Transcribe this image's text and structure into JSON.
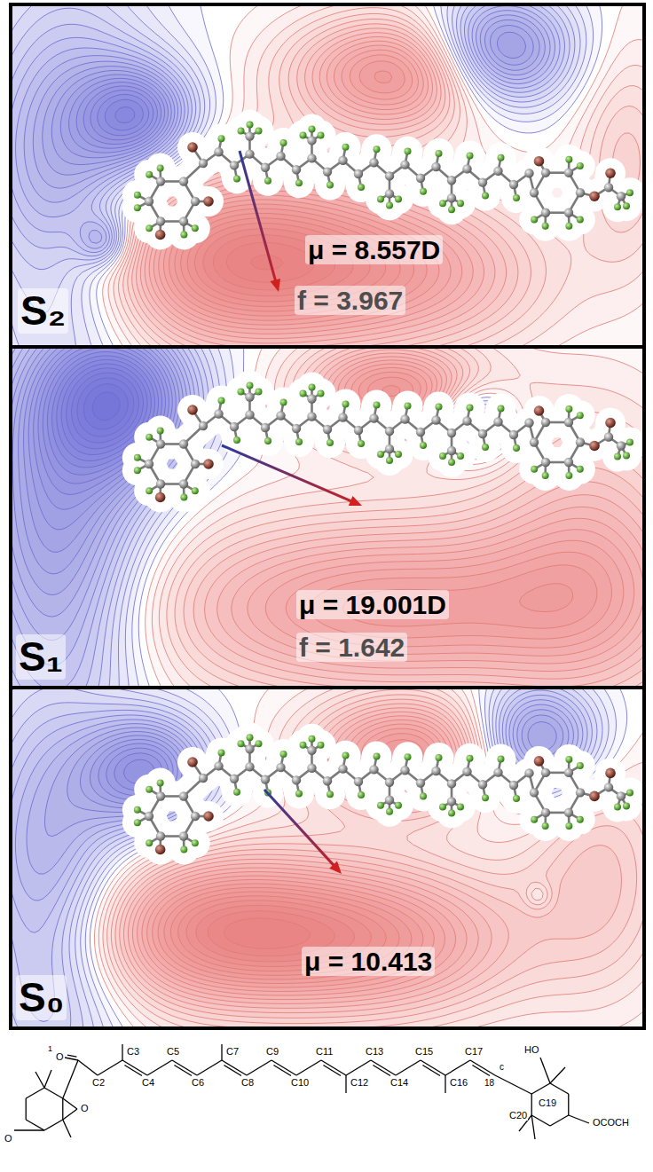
{
  "diagram": {
    "nodes": [
      {
        "text": [
          "S₂",
          "μ = 8.557D",
          "f = 3.967"
        ]
      },
      {
        "text": [
          "S₁",
          "μ = 19.001D",
          "f = 1.642"
        ]
      },
      {
        "text": [
          "S₀",
          "μ = 10.413"
        ]
      }
    ],
    "labels": [
      "O",
      "1",
      "C2",
      "C3",
      "C4",
      "C5",
      "C6",
      "C7",
      "C8",
      "C9",
      "C10",
      "C11",
      "C12",
      "C13",
      "C14",
      "C15",
      "C16",
      "C17",
      "c",
      "18",
      "HO",
      "C19",
      "C20",
      "OCOCH",
      "O",
      "O"
    ]
  }
}
